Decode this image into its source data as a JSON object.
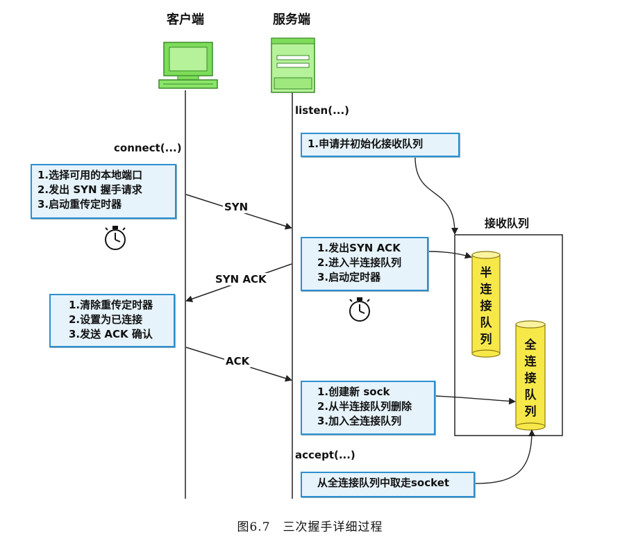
{
  "client": {
    "title": "客户端"
  },
  "server": {
    "title": "服务端"
  },
  "queue_panel": {
    "title": "接收队列"
  },
  "calls": {
    "listen": "listen(...)",
    "connect": "connect(...)",
    "accept": "accept(...)"
  },
  "messages": {
    "syn": "SYN",
    "syn_ack": "SYN ACK",
    "ack": "ACK"
  },
  "boxes": {
    "server_init": [
      "1.申请并初始化接收队列"
    ],
    "client_syn": [
      "1.选择可用的本地端口",
      "2.发出 SYN 握手请求",
      "3.启动重传定时器"
    ],
    "server_synack": [
      "1.发出SYN ACK",
      "2.进入半连接队列",
      "3.启动定时器"
    ],
    "client_ack": [
      "1.清除重传定时器",
      "2.设置为已连接",
      "3.发送 ACK 确认"
    ],
    "server_ack": [
      "1.创建新 sock",
      "2.从半连接队列删除",
      "3.加入全连接队列"
    ],
    "server_accept": [
      "从全连接队列中取走socket"
    ]
  },
  "half_queue": [
    "半",
    "连",
    "接",
    "队",
    "列"
  ],
  "full_queue": [
    "全",
    "连",
    "接",
    "队",
    "列"
  ],
  "caption": "图6.7　三次握手详细过程",
  "colors": {
    "box_fill": "#e6f3fb",
    "box_border": "#2b8fd0",
    "computer_green": "#7ddc5a",
    "cylinder_yellow": "#f7e84a"
  },
  "icons": [
    "client-computer-icon",
    "server-tower-icon",
    "client-timer-icon",
    "server-timer-icon"
  ]
}
